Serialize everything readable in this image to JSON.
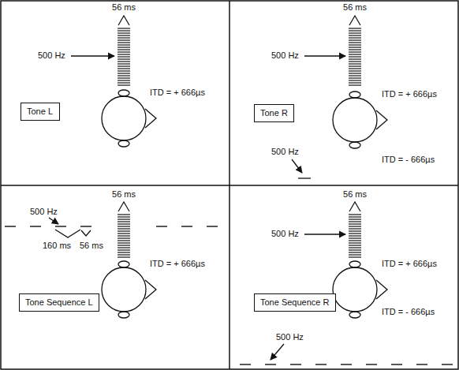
{
  "diagram": {
    "nodes": [
      {
        "text": [
          "Tone L"
        ]
      },
      {
        "text": [
          "Tone R"
        ]
      },
      {
        "text": [
          "Tone Sequence L"
        ]
      },
      {
        "text": [
          "Tone Sequence R"
        ]
      }
    ],
    "labels": [
      "56 ms",
      "500 Hz",
      "ITD = + 666µs",
      "56 ms",
      "500 Hz",
      "ITD = + 666µs",
      "500 Hz",
      "ITD = - 666µs",
      "56 ms",
      "500 Hz",
      "160 ms",
      "56 ms",
      "ITD = + 666µs",
      "56 ms",
      "500 Hz",
      "ITD = + 666µs",
      "500 Hz",
      "ITD = - 666µs"
    ]
  }
}
